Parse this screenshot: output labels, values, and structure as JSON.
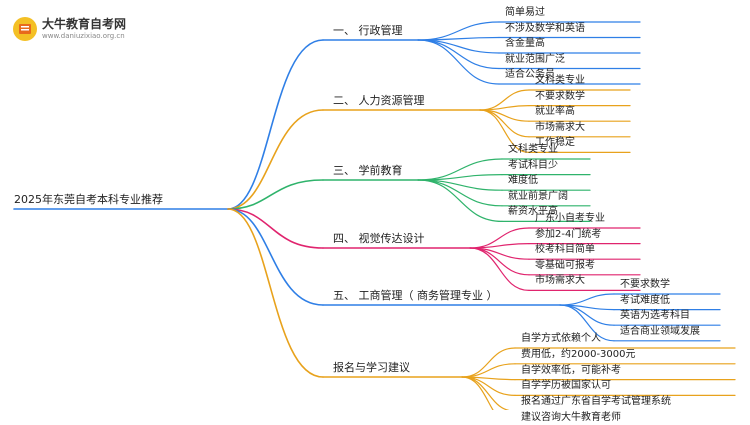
{
  "header": {
    "brand_name": "大牛教育自考网",
    "brand_url": "www.daniuzixiao.org.cn"
  },
  "mindmap": {
    "root": "2025年东莞自考本科专业推荐",
    "branches": [
      {
        "label": "一、 行政管理",
        "color": "#2f7fe6",
        "leaves": [
          "简单易过",
          "不涉及数学和英语",
          "含金量高",
          "就业范围广泛",
          "适合公务员"
        ]
      },
      {
        "label": "二、 人力资源管理",
        "color": "#e8a21c",
        "leaves": [
          "文科类专业",
          "不要求数学",
          "就业率高",
          "市场需求大",
          "工作稳定"
        ]
      },
      {
        "label": "三、 学前教育",
        "color": "#2fb36b",
        "leaves": [
          "文科类专业",
          "考试科目少",
          "难度低",
          "就业前景广阔",
          "薪资水平高"
        ]
      },
      {
        "label": "四、 视觉传达设计",
        "color": "#e0246e",
        "leaves": [
          "广东小自考专业",
          "参加2-4门统考",
          "校考科目简单",
          "零基础可报考",
          "市场需求大"
        ]
      },
      {
        "label": "五、 工商管理（ 商务管理专业 ）",
        "color": "#2f7fe6",
        "leaves": [
          "不要求数学",
          "考试难度低",
          "英语为选考科目",
          "适合商业领域发展"
        ]
      },
      {
        "label": "报名与学习建议",
        "color": "#e8a21c",
        "leaves": [
          "自学方式依赖个人",
          "费用低，约2000-3000元",
          "自学效率低，可能补考",
          "自学学历被国家认可",
          "报名通过广东省自学考试管理系统",
          "建议咨询大牛教育老师"
        ]
      }
    ]
  }
}
